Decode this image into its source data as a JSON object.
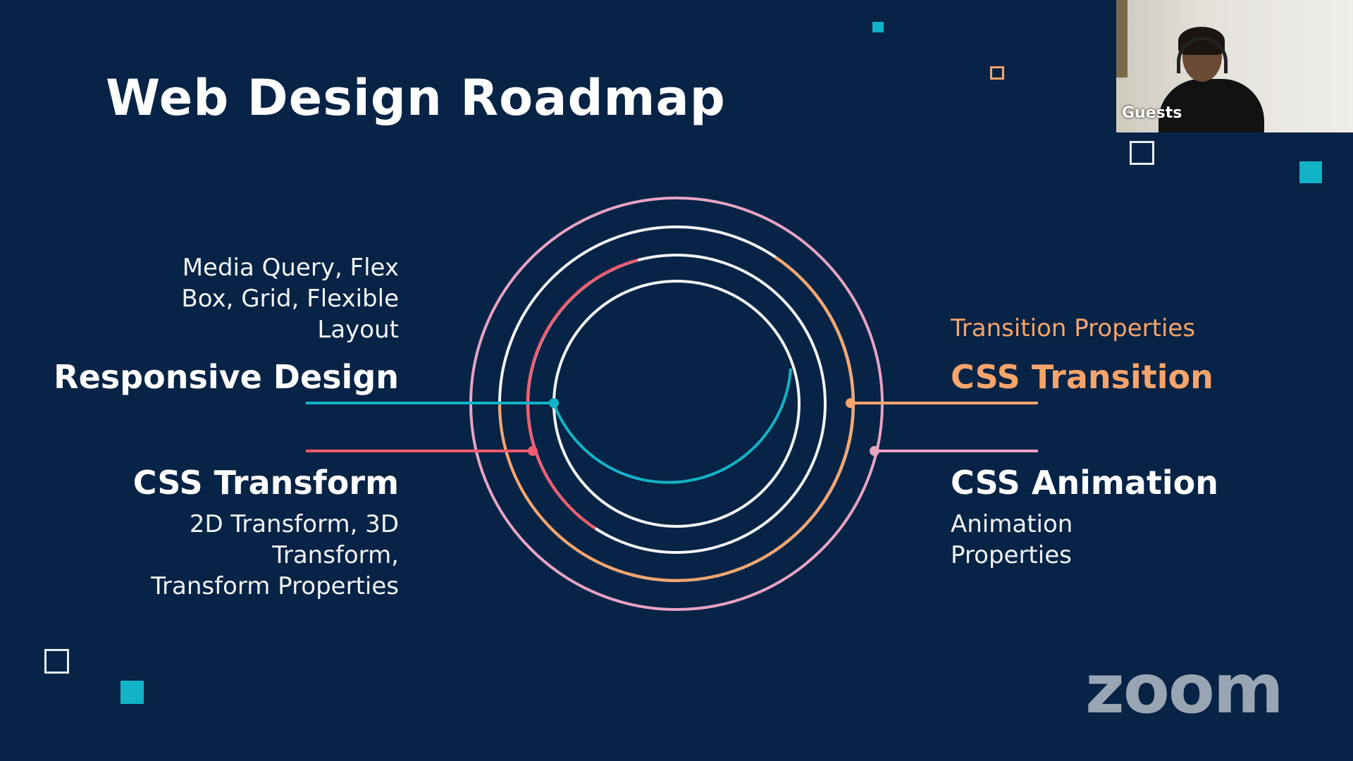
{
  "slide": {
    "title": "Web Design Roadmap",
    "left_top": {
      "subtitle_lines": [
        "Media Query, Flex",
        "Box, Grid, Flexible",
        "Layout"
      ],
      "heading": "Responsive Design"
    },
    "left_bottom": {
      "heading": "CSS Transform",
      "subtitle_lines": [
        "2D Transform, 3D",
        "Transform,",
        "Transform Properties"
      ]
    },
    "right_top": {
      "subtitle_lines": [
        "Transition Properties"
      ],
      "heading": "CSS Transition"
    },
    "right_bottom": {
      "heading": "CSS Animation",
      "subtitle_lines": [
        "Animation",
        "Properties"
      ]
    }
  },
  "video_tile": {
    "name": "Guests"
  },
  "watermark": {
    "text": "zoom"
  },
  "colors": {
    "background": "#072345",
    "cyan": "#12b3c7",
    "red": "#ef5a6f",
    "orange": "#f7a46b",
    "pink": "#e7a3c4",
    "white": "#f3f4f8"
  }
}
